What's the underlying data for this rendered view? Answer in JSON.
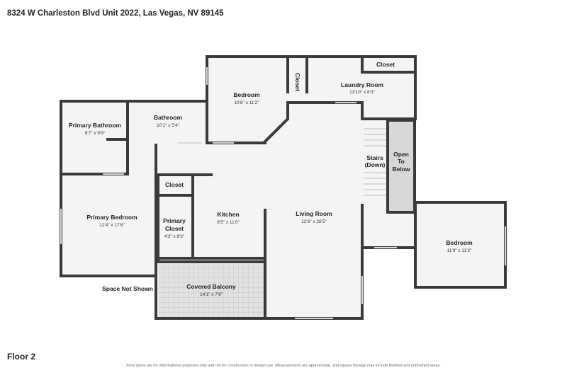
{
  "header": {
    "address": "8324 W Charleston Blvd Unit 2022, Las Vegas, NV 89145"
  },
  "footer": {
    "floor": "Floor 2",
    "disclaimer": "Floor plans are for informational purposes only and not for construction or design use. Measurements are approximate, and square footage may include finished and unfinished areas."
  },
  "colors": {
    "wall": "#3a3a3a",
    "floor": "#f4f4f4",
    "balcony_tile": "#d7d7d7",
    "window": "#9a9a9a"
  },
  "rooms": {
    "primary_bathroom": {
      "name": "Primary Bathroom",
      "dim": "8'7\" x 9'9\""
    },
    "bathroom": {
      "name": "Bathroom",
      "dim": "10'1\" x 5'4\""
    },
    "bedroom_top": {
      "name": "Bedroom",
      "dim": "10'6\" x 11'2\""
    },
    "closet_vertical": {
      "name": "Closet"
    },
    "laundry_closet": {
      "name": "Closet"
    },
    "laundry": {
      "name": "Laundry Room",
      "dim": "13'10\" x 8'3\""
    },
    "stairs": {
      "name1": "Stairs",
      "name2": "(Down)"
    },
    "open_below": {
      "name1": "Open",
      "name2": "To",
      "name3": "Below"
    },
    "closet_small": {
      "name": "Closet"
    },
    "primary_bedroom": {
      "name": "Primary Bedroom",
      "dim": "12'4\" x 17'6\""
    },
    "primary_closet": {
      "name1": "Primary",
      "name2": "Closet",
      "dim": "4'3\" x 8'3\""
    },
    "kitchen": {
      "name": "Kitchen",
      "dim": "9'5\" x 11'0\""
    },
    "living_room": {
      "name": "Living Room",
      "dim": "12'6\" x 28'5\""
    },
    "bedroom_right": {
      "name": "Bedroom",
      "dim": "11'9\" x 11'2\""
    },
    "covered_balcony": {
      "name": "Covered Balcony",
      "dim": "14'1\" x 7'8\""
    }
  },
  "annotations": {
    "space_not_shown": "Space Not Shown"
  }
}
